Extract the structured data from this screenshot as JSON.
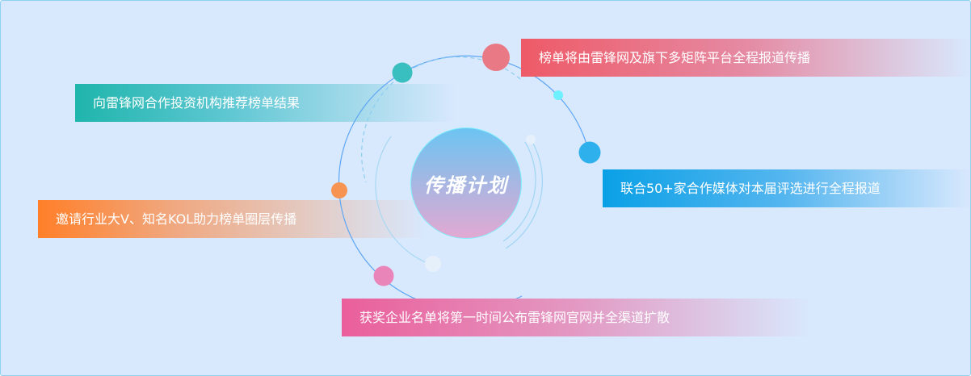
{
  "center_title": "传播计划",
  "items": [
    {
      "text": "榜单将由雷锋网及旗下多矩阵平台全程报道传播",
      "color": "#ee5a67"
    },
    {
      "text": "向雷锋网合作投资机构推荐榜单结果",
      "color": "#1fb5ac"
    },
    {
      "text": "联合50+家合作媒体对本届评选进行全程报道",
      "color": "#0aa0e6"
    },
    {
      "text": "邀请行业大V、知名KOL助力榜单圈层传播",
      "color": "#ff7f28"
    },
    {
      "text": "获奖企业名单将第一时间公布雷锋网官网并全渠道扩散",
      "color": "#ea5f9b"
    }
  ]
}
